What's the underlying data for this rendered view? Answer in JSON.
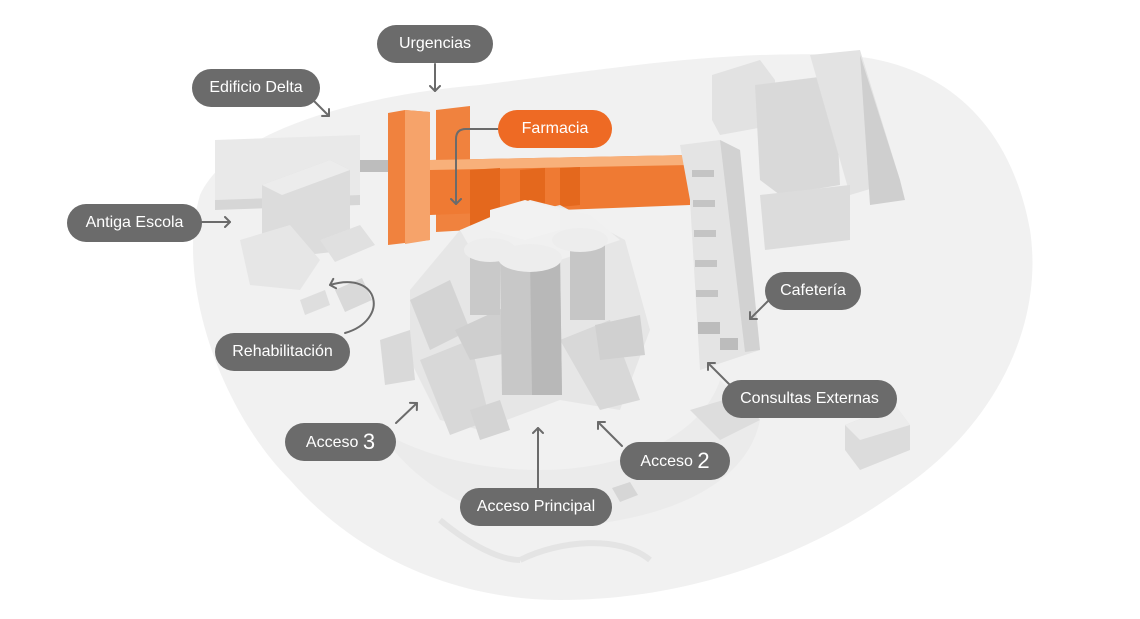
{
  "colors": {
    "highlight": "#ee6a24",
    "label_bg": "#6b6b6b",
    "label_text": "#ffffff",
    "arrow": "#6b6b6b",
    "ground": "#f1f1f1",
    "building": "#dedede"
  },
  "map": {
    "highlighted_building": "Farmacia",
    "labels": {
      "urgencias": "Urgencias",
      "edificio_delta": "Edificio Delta",
      "farmacia": "Farmacia",
      "antiga_escola": "Antiga Escola",
      "cafeteria": "Cafetería",
      "rehabilitacion": "Rehabilitación",
      "consultas_externas": "Consultas Externas",
      "acceso3_word": "Acceso",
      "acceso3_num": "3",
      "acceso2_word": "Acceso",
      "acceso2_num": "2",
      "acceso_principal": "Acceso Principal"
    }
  }
}
